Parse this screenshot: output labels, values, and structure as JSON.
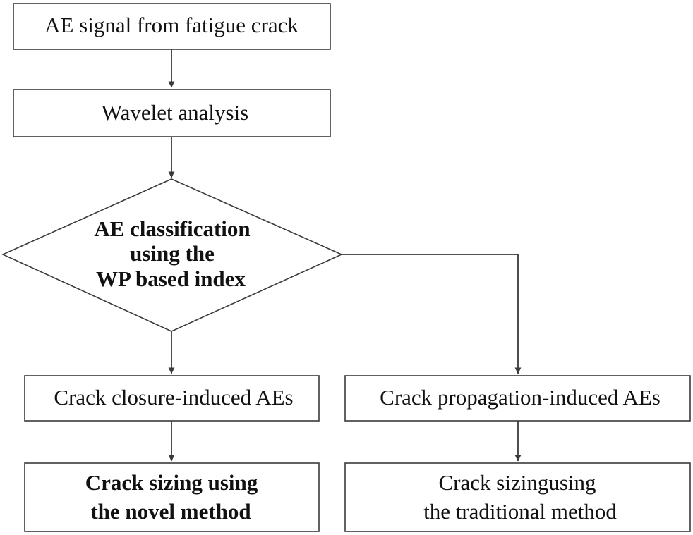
{
  "nodes": {
    "ae_signal": {
      "lines": [
        "AE signal from fatigue crack"
      ]
    },
    "wavelet": {
      "lines": [
        "Wavelet analysis"
      ]
    },
    "classification": {
      "lines": [
        "AE classification",
        "using the",
        "WP based index"
      ]
    },
    "closure_aes": {
      "lines": [
        "Crack closure-induced AEs"
      ]
    },
    "propagation_aes": {
      "lines": [
        "Crack propagation-induced AEs"
      ]
    },
    "novel_sizing": {
      "lines": [
        "Crack sizing using",
        "the novel method"
      ]
    },
    "traditional_sizing": {
      "lines": [
        "Crack sizingusing",
        "the traditional method"
      ]
    }
  },
  "colors": {
    "stroke": "#3a3a3a",
    "text": "#111111",
    "background": "#ffffff"
  }
}
